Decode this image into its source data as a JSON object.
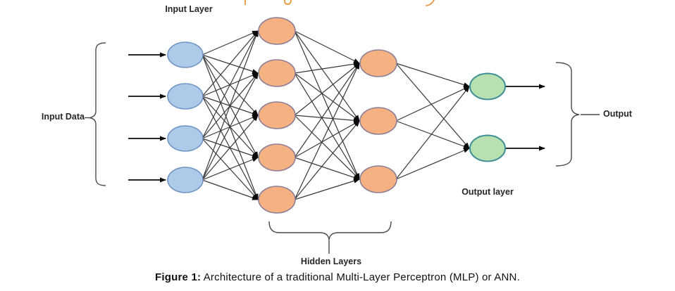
{
  "cropped_header": {
    "description": "bottom fragments of a cut-off orange text line at very top",
    "color": "#e8973f"
  },
  "diagram": {
    "labels": {
      "input_layer": "Input Layer",
      "input_data": "Input Data",
      "hidden_layers": "Hidden Layers",
      "output_layer": "Output layer",
      "output": "Output"
    },
    "layers": [
      {
        "name": "input-node",
        "count": 4,
        "fill": "#aecae9",
        "stroke": "#6f94c4",
        "stroke_width": 1.6
      },
      {
        "name": "hidden1-node",
        "count": 5,
        "fill": "#f6b183",
        "stroke": "#8d7f96",
        "stroke_width": 1.6
      },
      {
        "name": "hidden2-node",
        "count": 3,
        "fill": "#f6b183",
        "stroke": "#8d7f96",
        "stroke_width": 1.6
      },
      {
        "name": "output-node",
        "count": 2,
        "fill": "#b9e0b1",
        "stroke": "#3d8f96",
        "stroke_width": 2
      }
    ],
    "edge_color": "#383838",
    "arrow_color": "#0a0a0a",
    "brace_color": "#4a4a4a"
  },
  "caption": {
    "prefix": "Figure 1:",
    "text": " Architecture of a traditional Multi-Layer Perceptron (MLP) or ANN."
  }
}
